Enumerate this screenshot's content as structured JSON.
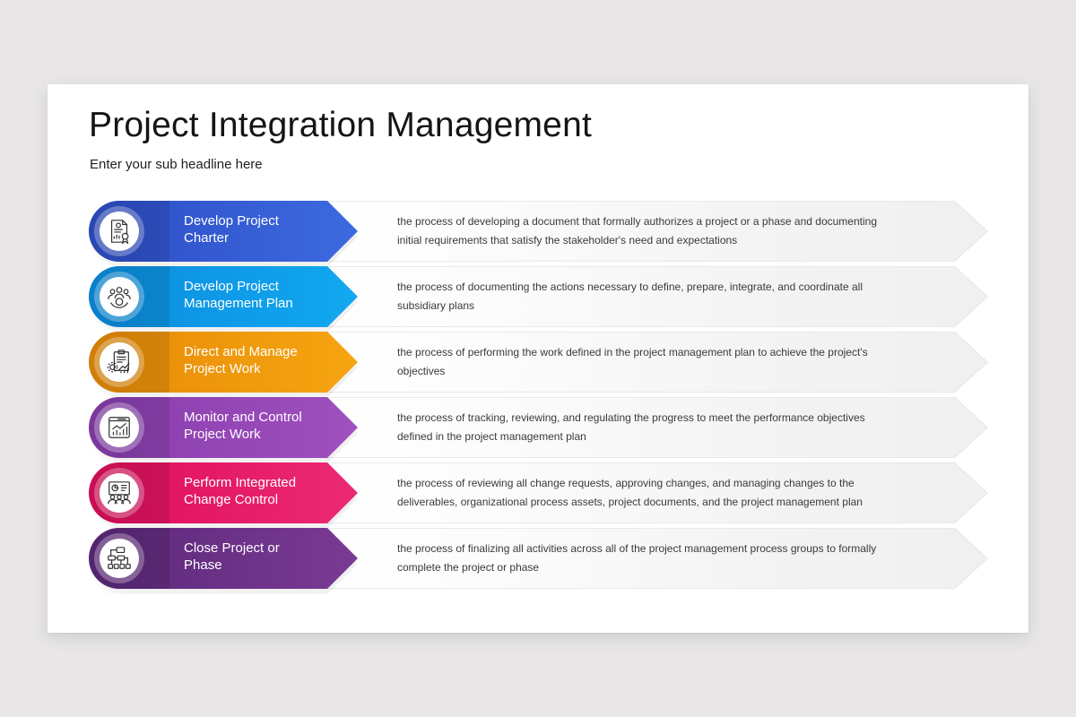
{
  "slide": {
    "title": "Project Integration Management",
    "subtitle": "Enter your sub headline here"
  },
  "colors": {
    "page_background": "#e8e6e7",
    "slide_background": "#ffffff",
    "title_text": "#151515",
    "description_text": "#3a3a3a",
    "description_band": "#f0f0f0"
  },
  "steps": [
    {
      "label": "Develop Project Charter",
      "label_line1": "Develop Project",
      "label_line2": "Charter",
      "icon": "certificate-document-icon",
      "color_start": "#2f50c8",
      "color_end": "#3d6ae0",
      "description": "the process of developing a document that formally authorizes a project or a phase and documenting initial requirements that satisfy the stakeholder's need and expectations"
    },
    {
      "label": "Develop Project Management Plan",
      "label_line1": "Develop Project",
      "label_line2": "Management Plan",
      "icon": "team-gear-icon",
      "color_start": "#0b8fe0",
      "color_end": "#12a8f0",
      "description": "the process of documenting the actions necessary to define, prepare, integrate, and coordinate all subsidiary plans"
    },
    {
      "label": "Direct and Manage Project Work",
      "label_line1": "Direct and Manage",
      "label_line2": "Project Work",
      "icon": "clipboard-growth-icon",
      "color_start": "#e88d08",
      "color_end": "#f6a511",
      "description": "the process of performing the work defined in the project management plan to achieve the project's objectives"
    },
    {
      "label": "Monitor and Control Project Work",
      "label_line1": "Monitor and Control",
      "label_line2": "Project Work",
      "icon": "chart-monitor-icon",
      "color_start": "#8a3fae",
      "color_end": "#a050bf",
      "description": "the process of tracking, reviewing, and regulating the progress to meet the performance objectives defined in the project management plan"
    },
    {
      "label": "Perform Integrated Change Control",
      "label_line1": "Perform Integrated",
      "label_line2": "Change Control",
      "icon": "presentation-audience-icon",
      "color_start": "#e0105e",
      "color_end": "#ec2a74",
      "description": "the process of reviewing all change requests, approving changes, and managing changes to the deliverables, organizational process assets, project documents, and the project management plan"
    },
    {
      "label": "Close Project or Phase",
      "label_line1": "Close Project or",
      "label_line2": "Phase",
      "icon": "hierarchy-flow-icon",
      "color_start": "#5e2a7c",
      "color_end": "#7a3a94",
      "description": "the process of finalizing all activities across all of the project management process groups to formally complete the project or phase"
    }
  ]
}
